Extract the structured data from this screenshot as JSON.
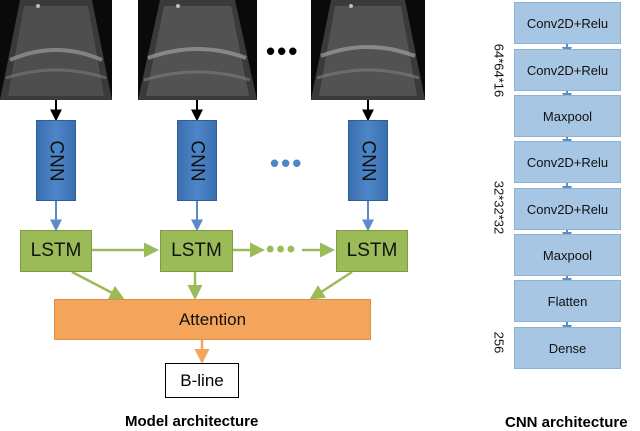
{
  "model": {
    "cnn_label": "CNN",
    "lstm_label": "LSTM",
    "attention_label": "Attention",
    "output_label": "B-line",
    "ellipsis": "•••",
    "caption": "Model architecture"
  },
  "cnn_arch": {
    "layers": [
      "Conv2D+Relu",
      "Conv2D+Relu",
      "Maxpool",
      "Conv2D+Relu",
      "Conv2D+Relu",
      "Maxpool",
      "Flatten",
      "Dense"
    ],
    "dims": [
      "64*64*16",
      "32*32*32",
      "256"
    ],
    "caption": "CNN architecture"
  },
  "colors": {
    "cnn": "#4d86c8",
    "lstm": "#9bbb59",
    "attention": "#f5a55b",
    "layer_box": "#a7c6e4",
    "arrow_blue": "#5b8cc9",
    "arrow_green": "#9bbb59",
    "arrow_orange": "#f5a55b"
  }
}
